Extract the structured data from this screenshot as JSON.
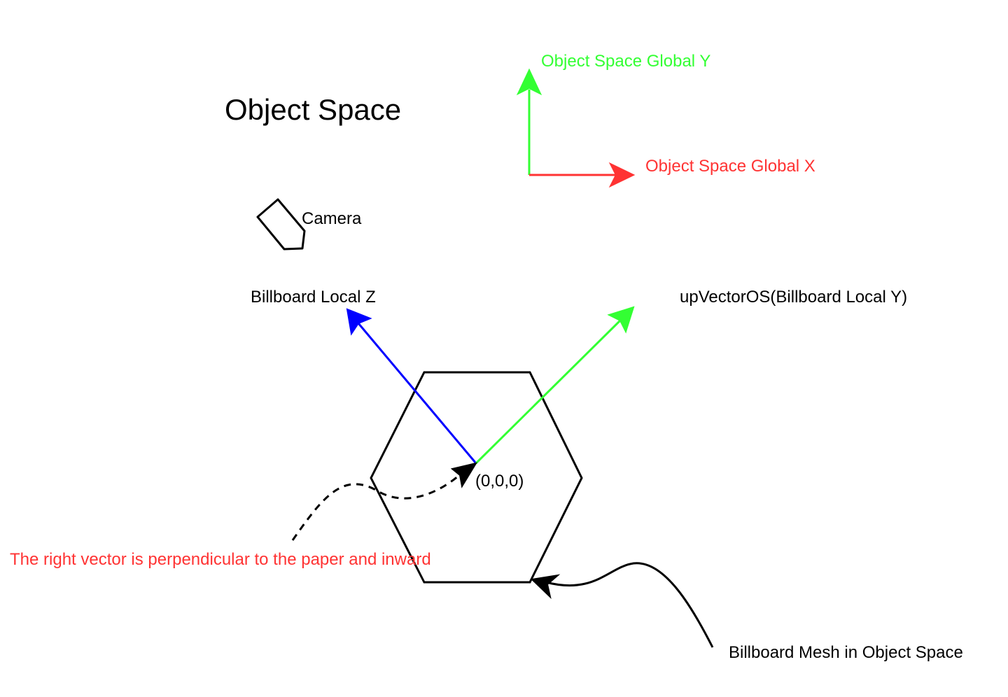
{
  "title": "Object Space",
  "labels": {
    "global_y": "Object Space Global Y",
    "global_x": "Object Space Global X",
    "camera": "Camera",
    "local_z": "Billboard Local Z",
    "local_y": "upVectorOS(Billboard Local Y)",
    "origin": "(0,0,0)",
    "right_vector_note": "The right vector is perpendicular to the paper and inward",
    "mesh": "Billboard Mesh in Object Space"
  },
  "colors": {
    "black": "#000000",
    "green": "#33ff33",
    "red": "#ff3333",
    "blue": "#0000ff"
  }
}
